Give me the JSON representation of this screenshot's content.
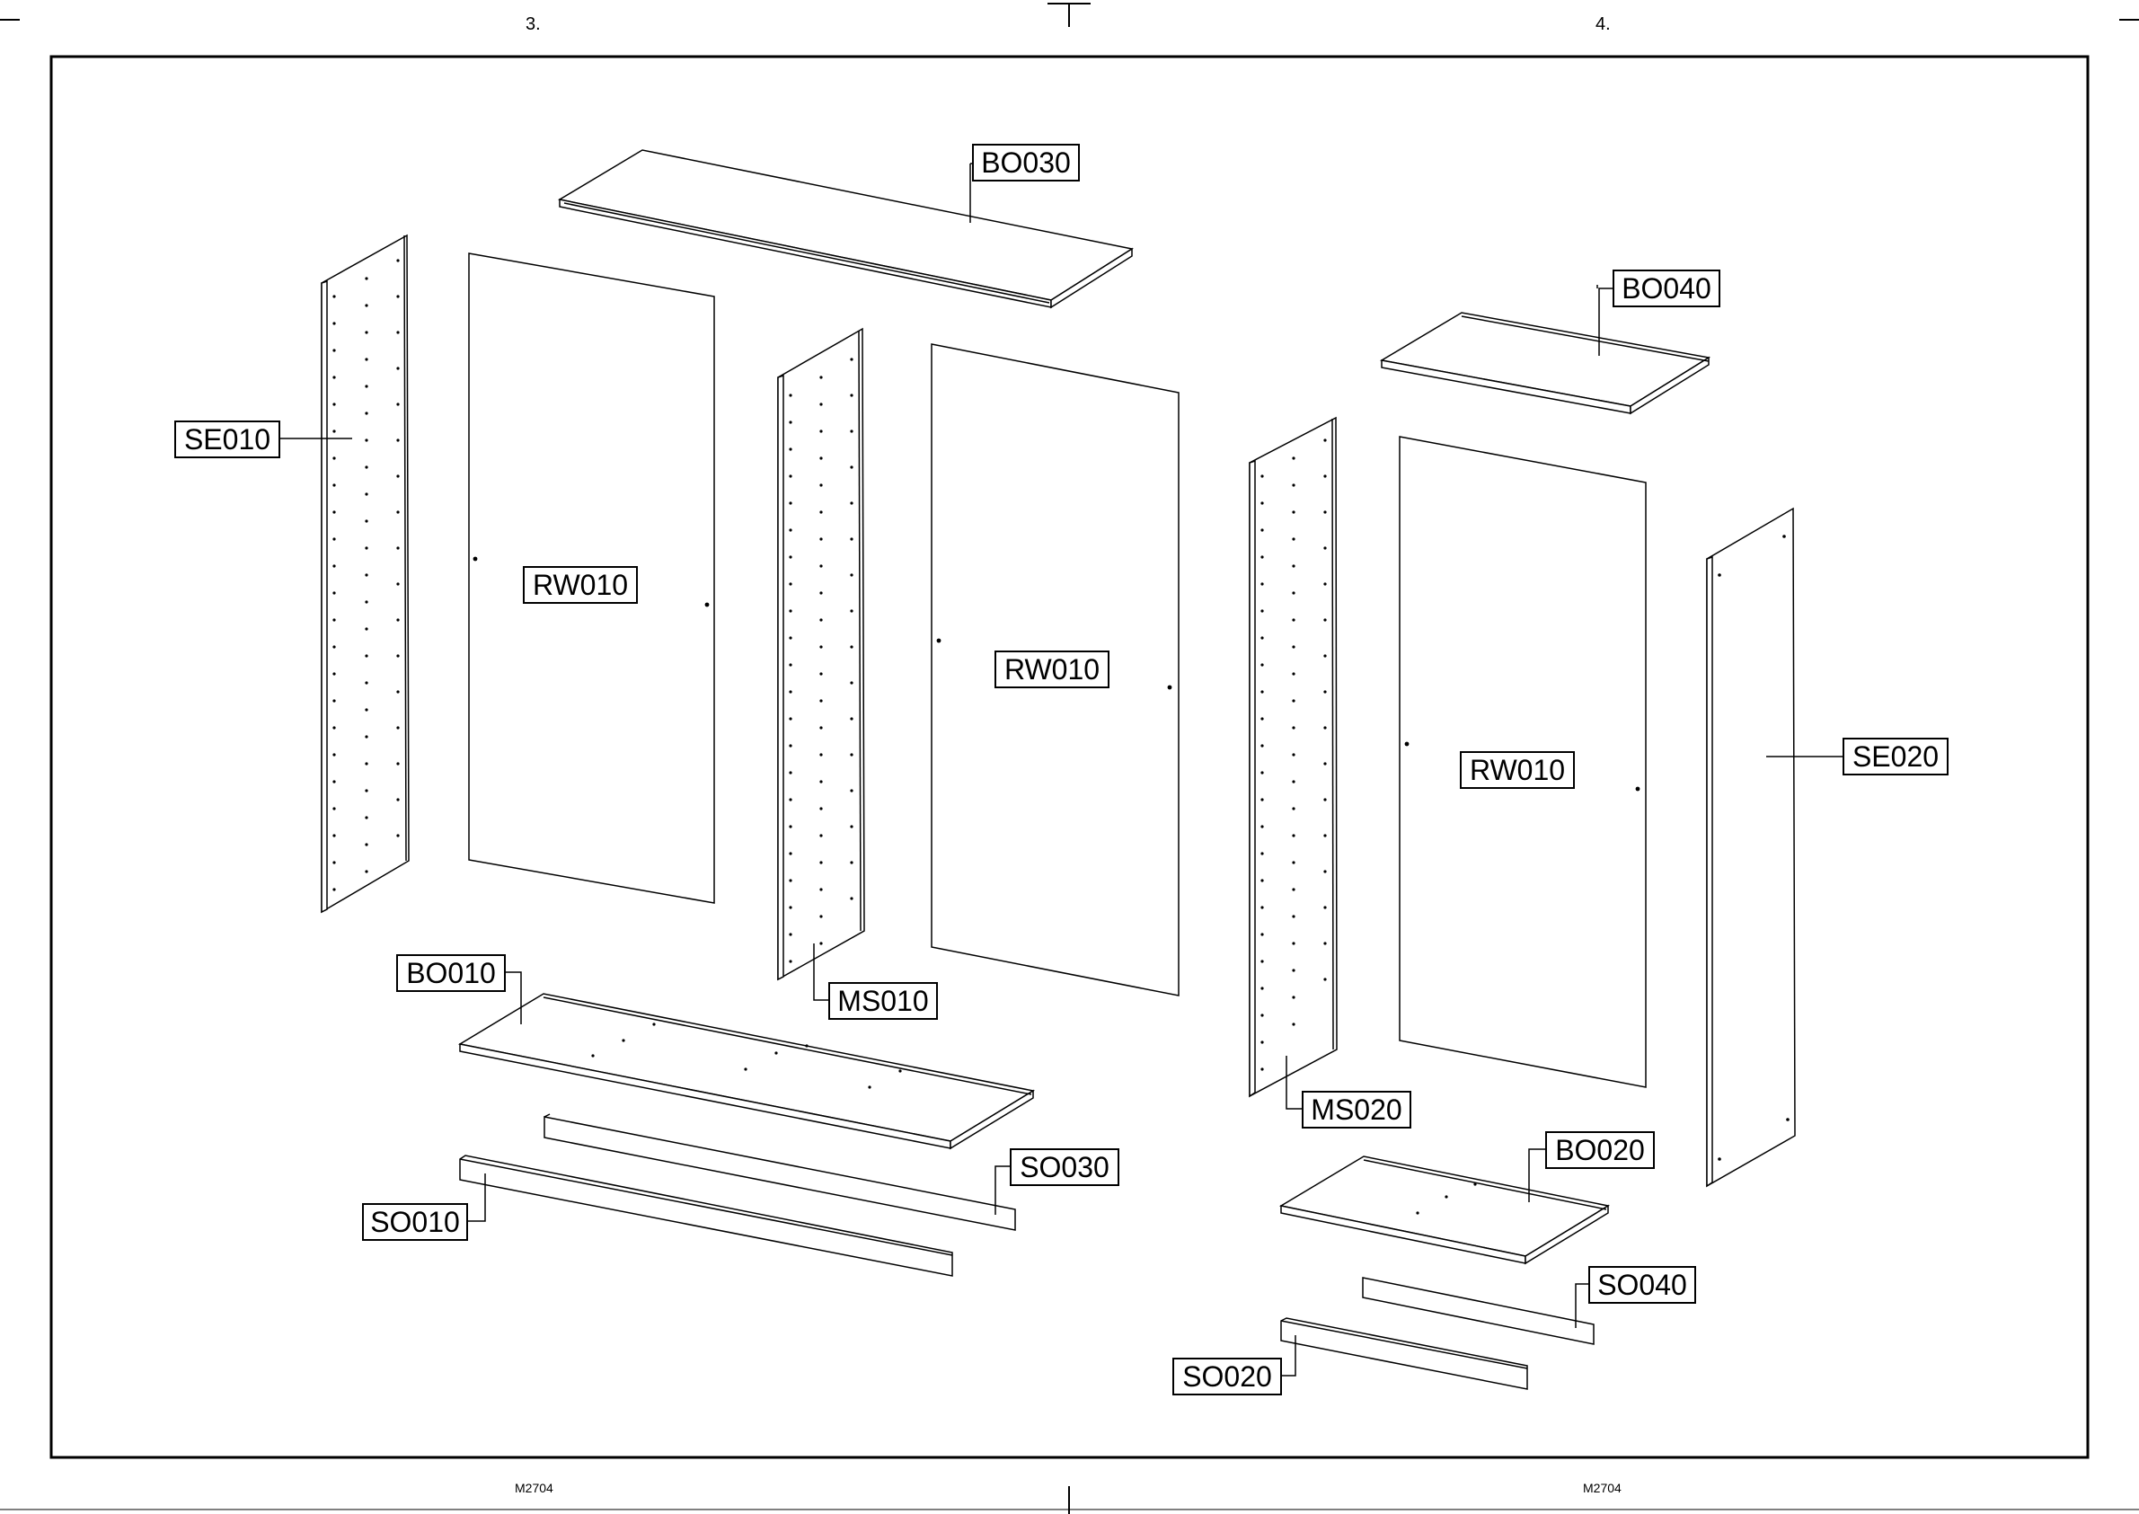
{
  "pages": {
    "left": "3.",
    "right": "4."
  },
  "footer": {
    "left_code": "M2704",
    "right_code": "M2704"
  },
  "parts": {
    "bo030": "BO030",
    "bo040": "BO040",
    "se010": "SE010",
    "rw010_a": "RW010",
    "rw010_b": "RW010",
    "rw010_c": "RW010",
    "se020": "SE020",
    "bo010": "BO010",
    "ms010": "MS010",
    "ms020": "MS020",
    "bo020": "BO020",
    "so030": "SO030",
    "so010": "SO010",
    "so040": "SO040",
    "so020": "SO020"
  }
}
